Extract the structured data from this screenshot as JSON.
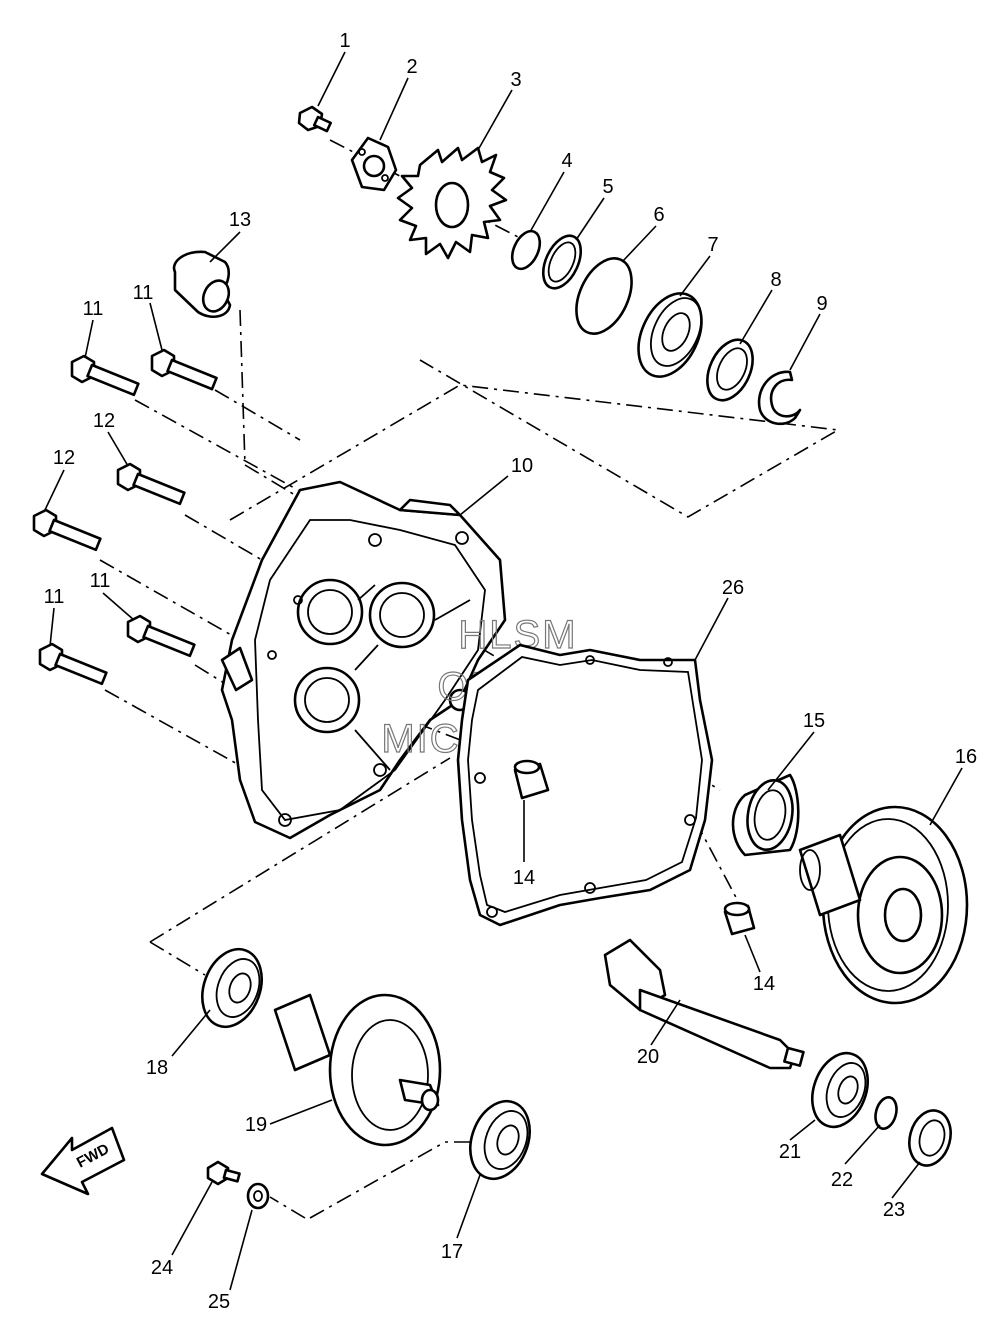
{
  "watermark": [
    "HLSM",
    "ONLINE",
    "MICROFICHE"
  ],
  "fwd_label": "FWD",
  "callouts": [
    {
      "id": "c1",
      "label": "1"
    },
    {
      "id": "c2",
      "label": "2"
    },
    {
      "id": "c3",
      "label": "3"
    },
    {
      "id": "c4",
      "label": "4"
    },
    {
      "id": "c5",
      "label": "5"
    },
    {
      "id": "c6",
      "label": "6"
    },
    {
      "id": "c7",
      "label": "7"
    },
    {
      "id": "c8",
      "label": "8"
    },
    {
      "id": "c9",
      "label": "9"
    },
    {
      "id": "c10",
      "label": "10"
    },
    {
      "id": "c11a",
      "label": "11"
    },
    {
      "id": "c11b",
      "label": "11"
    },
    {
      "id": "c11c",
      "label": "11"
    },
    {
      "id": "c11d",
      "label": "11"
    },
    {
      "id": "c12a",
      "label": "12"
    },
    {
      "id": "c12b",
      "label": "12"
    },
    {
      "id": "c13",
      "label": "13"
    },
    {
      "id": "c14a",
      "label": "14"
    },
    {
      "id": "c14b",
      "label": "14"
    },
    {
      "id": "c15",
      "label": "15"
    },
    {
      "id": "c16",
      "label": "16"
    },
    {
      "id": "c17",
      "label": "17"
    },
    {
      "id": "c18",
      "label": "18"
    },
    {
      "id": "c19",
      "label": "19"
    },
    {
      "id": "c20",
      "label": "20"
    },
    {
      "id": "c21",
      "label": "21"
    },
    {
      "id": "c22",
      "label": "22"
    },
    {
      "id": "c23",
      "label": "23"
    },
    {
      "id": "c24",
      "label": "24"
    },
    {
      "id": "c25",
      "label": "25"
    },
    {
      "id": "c26",
      "label": "26"
    }
  ]
}
